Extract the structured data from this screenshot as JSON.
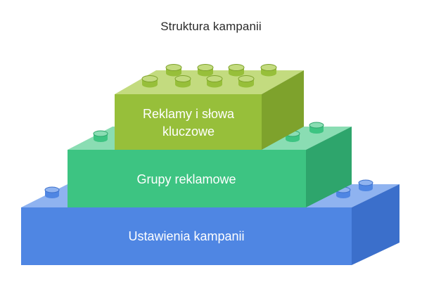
{
  "title": "Struktura kampanii",
  "layers": [
    {
      "label_lines": [
        "Ustawienia kampanii"
      ],
      "color": "#4F86E3"
    },
    {
      "label_lines": [
        "Grupy reklamowe"
      ],
      "color": "#3DC482"
    },
    {
      "label_lines": [
        "Reklamy i słowa",
        "kluczowe"
      ],
      "color": "#97BF3A"
    }
  ]
}
